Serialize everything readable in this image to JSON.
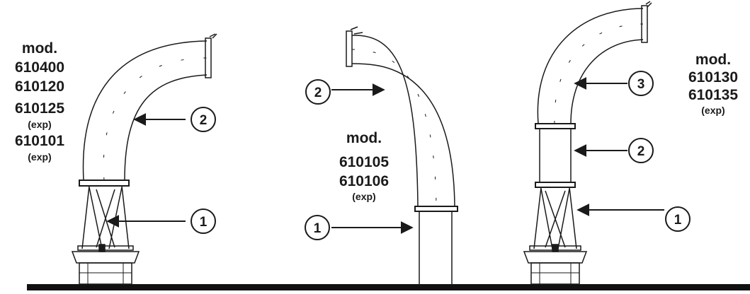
{
  "figures": [
    {
      "lines": [
        {
          "text": "mod.",
          "size": "big"
        },
        {
          "text": "610400",
          "size": "big"
        },
        {
          "text": "610120",
          "size": "big"
        },
        {
          "text": "610125",
          "size": "big"
        },
        {
          "text": "(exp)",
          "size": "small"
        },
        {
          "text": "610101",
          "size": "big"
        },
        {
          "text": "(exp)",
          "size": "small"
        }
      ],
      "callouts": [
        "2",
        "1"
      ]
    },
    {
      "lines": [
        {
          "text": "mod.",
          "size": "big"
        },
        {
          "text": "610105",
          "size": "big"
        },
        {
          "text": "610106",
          "size": "big"
        },
        {
          "text": "(exp)",
          "size": "small"
        }
      ],
      "callouts": [
        "2",
        "1"
      ]
    },
    {
      "lines": [
        {
          "text": "mod.",
          "size": "big"
        },
        {
          "text": "610130",
          "size": "big"
        },
        {
          "text": "610135",
          "size": "big"
        },
        {
          "text": "(exp)",
          "size": "small"
        }
      ],
      "callouts": [
        "3",
        "2",
        "1"
      ]
    }
  ],
  "colors": {
    "ink": "#1a1a1a",
    "ground": "#111111",
    "background": "#ffffff"
  }
}
